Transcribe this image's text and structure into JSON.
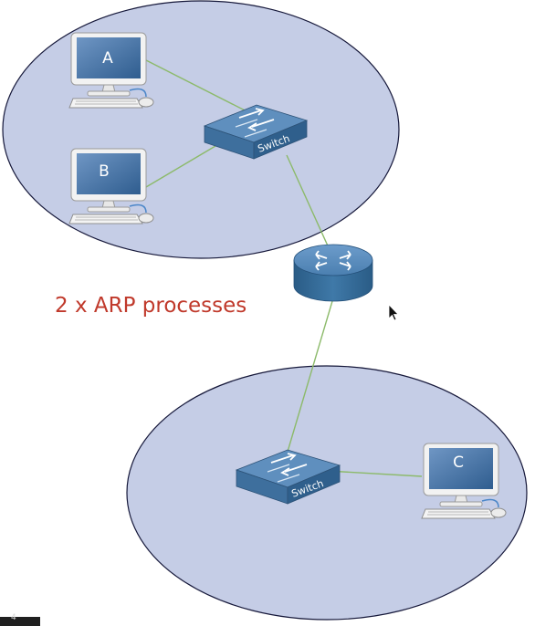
{
  "diagram": {
    "caption": "2 x ARP processes",
    "hosts": {
      "a": {
        "label": "A"
      },
      "b": {
        "label": "B"
      },
      "c": {
        "label": "C"
      }
    },
    "switches": {
      "top": {
        "label": "Switch"
      },
      "bottom": {
        "label": "Switch"
      }
    },
    "corner_tab": "4"
  },
  "colors": {
    "network_fill": "#c5cde6",
    "network_stroke": "#16183a",
    "link": "#8cba6a",
    "caption": "#c0392b",
    "device_blue": "#3b6d97",
    "screen_blue": "#4f79a6"
  },
  "icons": [
    "computer-icon",
    "switch-icon",
    "router-icon",
    "mouse-cursor-icon"
  ]
}
